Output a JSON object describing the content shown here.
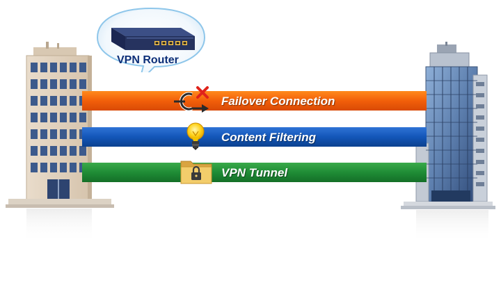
{
  "bubble": {
    "label": "VPN Router"
  },
  "connections": [
    {
      "label": "Failover Connection",
      "icon": "failover-icon",
      "color": "#f26a10"
    },
    {
      "label": "Content Filtering",
      "icon": "lightbulb-icon",
      "color": "#1356b8"
    },
    {
      "label": "VPN Tunnel",
      "icon": "locked-folder-icon",
      "color": "#1f8c36"
    }
  ]
}
